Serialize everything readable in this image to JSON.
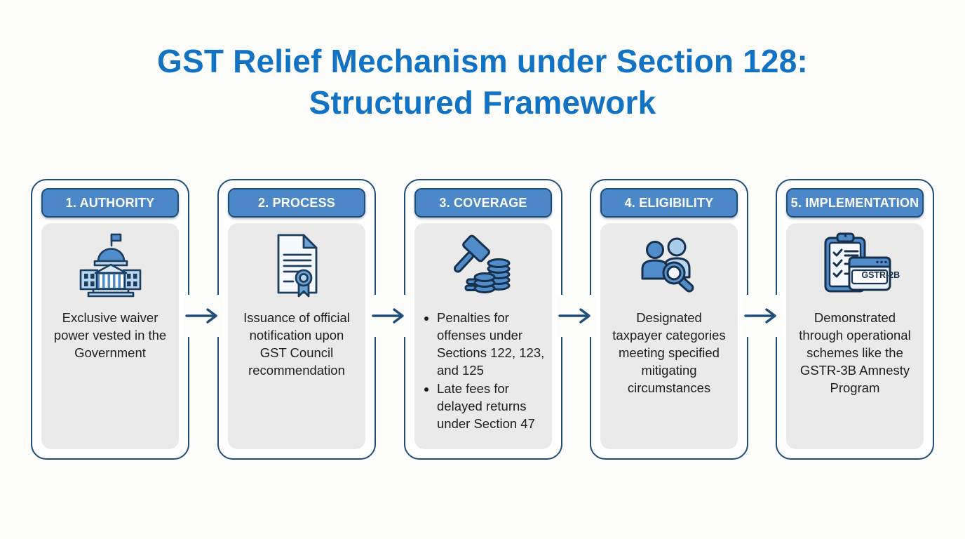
{
  "title": {
    "text": "GST Relief Mechanism under Section 128:\nStructured Framework"
  },
  "palette": {
    "title_blue": "#1273c4",
    "navy_outline": "#1f4e79",
    "pill_blue": "#4c88c7",
    "panel_gray": "#ebeaea",
    "card_bg": "#ffffff",
    "body_text": "#1d1d1d",
    "icon_blue": "#4f8cc9",
    "icon_light_blue": "#b9d6ef"
  },
  "flow": {
    "connector": "right-arrow-icon",
    "connector_count": 4
  },
  "cards": [
    {
      "header": "1. AUTHORITY",
      "icon": "government-building-icon",
      "text": "Exclusive waiver\npower vested in the\nGovernment"
    },
    {
      "header": "2. PROCESS",
      "icon": "certificate-document-icon",
      "text": "Issuance of official\nnotification upon\nGST Council\nrecommendation"
    },
    {
      "header": "3. COVERAGE",
      "icon": "gavel-coins-icon",
      "bullets": [
        "Penalties for\noffenses under\nSections 122, 123,\nand 125",
        "Late fees for\ndelayed returns\nunder Section 47"
      ]
    },
    {
      "header": "4. ELIGIBILITY",
      "icon": "people-search-icon",
      "text": "Designated\ntaxpayer categories\nmeeting specified\nmitigating\ncircumstances"
    },
    {
      "header": "5. IMPLEMENTATION",
      "icon": "clipboard-report-window-icon",
      "icon_label": "GSTR-2B",
      "text": "Demonstrated\nthrough operational\nschemes like the\nGSTR-3B Amnesty\nProgram"
    }
  ]
}
